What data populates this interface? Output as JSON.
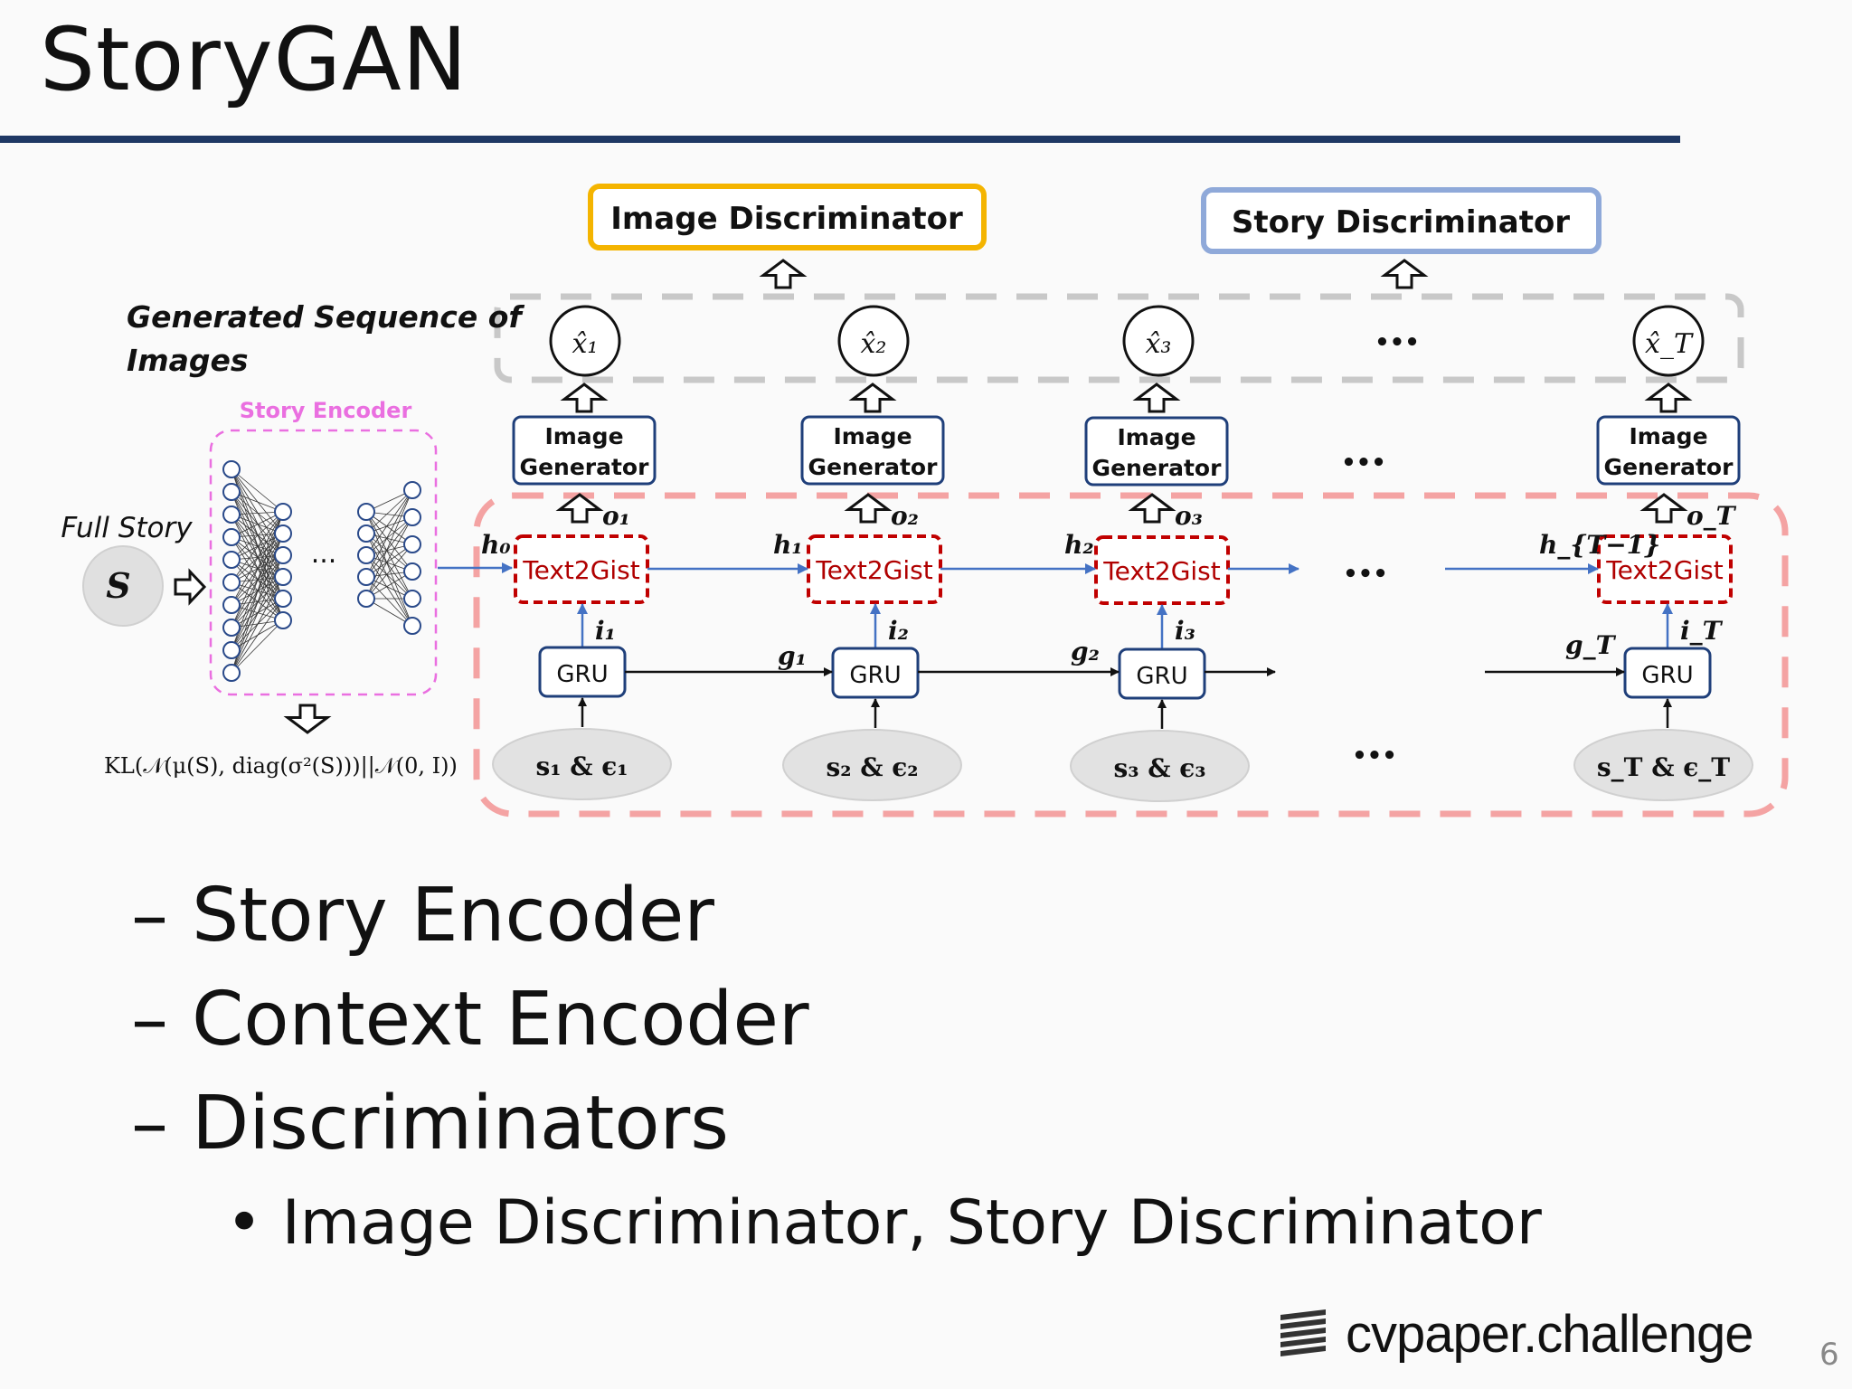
{
  "slide": {
    "title": "StoryGAN",
    "page_number": "6",
    "logo_text": "cvpaper.challenge"
  },
  "diagram": {
    "image_discriminator": "Image Discriminator",
    "story_discriminator": "Story Discriminator",
    "generated_sequence_line1": "Generated Sequence of",
    "generated_sequence_line2": "Images",
    "story_encoder": "Story Encoder",
    "full_story": "Full Story",
    "story_symbol": "S",
    "ellipsis": "...",
    "ellipsis_bold": "•••",
    "image_generator_line1": "Image",
    "image_generator_line2": "Generator",
    "text2gist": "Text2Gist",
    "gru": "GRU",
    "kl_formula": "KL(𝒩(μ(S), diag(σ²(S)))||𝒩(0, I))",
    "steps": [
      {
        "x": "x̂₁",
        "o": "o₁",
        "h": "h₀",
        "i": "i₁",
        "g": "",
        "s": "s₁ & ϵ₁"
      },
      {
        "x": "x̂₂",
        "o": "o₂",
        "h": "h₁",
        "i": "i₂",
        "g": "g₁",
        "s": "s₂ & ϵ₂"
      },
      {
        "x": "x̂₃",
        "o": "o₃",
        "h": "h₂",
        "i": "i₃",
        "g": "g₂",
        "s": "s₃ & ϵ₃"
      },
      {
        "x": "x̂_T",
        "o": "o_T",
        "h": "h_{T−1}",
        "i": "i_T",
        "g": "g_T",
        "s": "s_T & ϵ_T"
      }
    ],
    "colors": {
      "image_discriminator_border": "#f4b400",
      "story_discriminator_border": "#8fa9d9",
      "generator_border": "#1f3f7a",
      "text2gist_border": "#c00000",
      "context_region": "#f4a3a3",
      "story_encoder_border": "#ea6fe0",
      "flow_arrow": "#4472c4"
    }
  },
  "bullets": [
    {
      "level": 1,
      "text": "– Story Encoder"
    },
    {
      "level": 1,
      "text": "– Context Encoder"
    },
    {
      "level": 1,
      "text": "– Discriminators"
    },
    {
      "level": 2,
      "text": "• Image Discriminator, Story Discriminator"
    }
  ]
}
